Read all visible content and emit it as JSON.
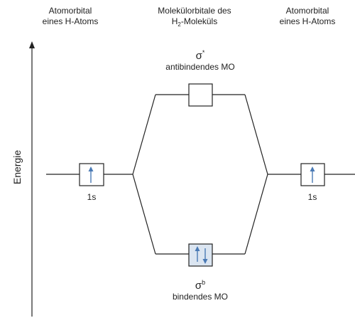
{
  "headers": {
    "left": {
      "line1": "Atomorbital",
      "line2": "eines H-Atoms"
    },
    "mid": {
      "line1": "Molekülorbitale des",
      "line2_pre": "H",
      "line2_sub": "2",
      "line2_post": "-Moleküls"
    },
    "right": {
      "line1": "Atomorbital",
      "line2": "eines H-Atoms"
    }
  },
  "axis": {
    "label": "Energie"
  },
  "atomic_orbitals": {
    "left": {
      "label": "1s",
      "electrons": 1
    },
    "right": {
      "label": "1s",
      "electrons": 1
    }
  },
  "molecular_orbitals": {
    "antibonding": {
      "symbol": "σ",
      "superscript": "*",
      "label": "antibindendes MO",
      "electrons": 0
    },
    "bonding": {
      "symbol": "σ",
      "superscript": "b",
      "label": "bindendes MO",
      "electrons": 2
    }
  },
  "colors": {
    "line": "#222222",
    "electron_arrow": "#4a7ab5",
    "filled_box": "#dbe5f1",
    "empty_box": "#ffffff"
  }
}
